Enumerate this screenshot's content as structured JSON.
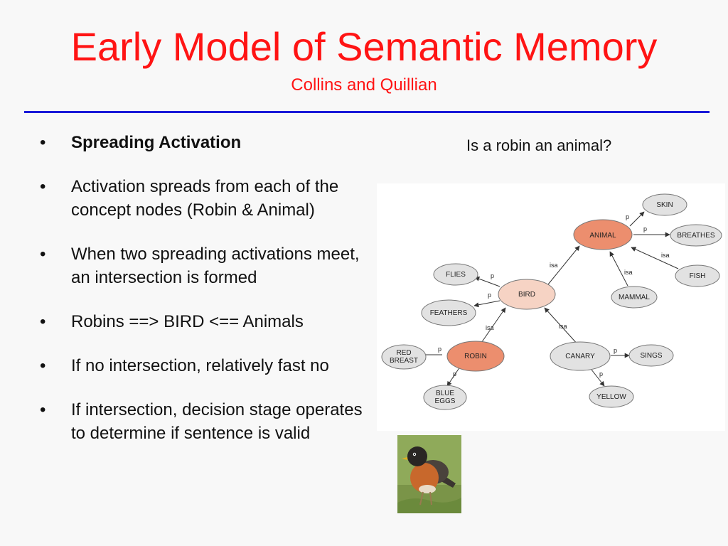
{
  "slide": {
    "title": "Early Model of Semantic Memory",
    "subtitle": "Collins and Quillian",
    "bullets": [
      {
        "marker": "•",
        "text": "Spreading Activation"
      },
      {
        "marker": "•",
        "text": "Activation spreads from each of the concept nodes (Robin & Animal)"
      },
      {
        "marker": "•",
        "text": "When two spreading activations meet, an intersection is formed"
      },
      {
        "marker": "•",
        "text": " Robins ==> BIRD <== Animals"
      },
      {
        "marker": "•",
        "text": "If no intersection, relatively fast no"
      },
      {
        "marker": "•",
        "text": "If intersection, decision stage operates to determine if sentence is valid"
      }
    ],
    "question": "Is a robin an animal?"
  },
  "diagram": {
    "nodes": {
      "animal": "ANIMAL",
      "skin": "SKIN",
      "breathes": "BREATHES",
      "fish": "FISH",
      "mammal": "MAMMAL",
      "bird": "BIRD",
      "flies": "FLIES",
      "feathers": "FEATHERS",
      "robin": "ROBIN",
      "red_breast_1": "RED",
      "red_breast_2": "BREAST",
      "blue_eggs_1": "BLUE",
      "blue_eggs_2": "EGGS",
      "canary": "CANARY",
      "sings": "SINGS",
      "yellow": "YELLOW"
    },
    "links": {
      "isa": "isa",
      "p": "p"
    },
    "colors": {
      "highlight": "#ec8e6e",
      "bird_fill": "#f6d3c4",
      "node_fill": "#e2e2e2",
      "stroke": "#666666"
    }
  },
  "image": {
    "icon": "robin-photo"
  }
}
